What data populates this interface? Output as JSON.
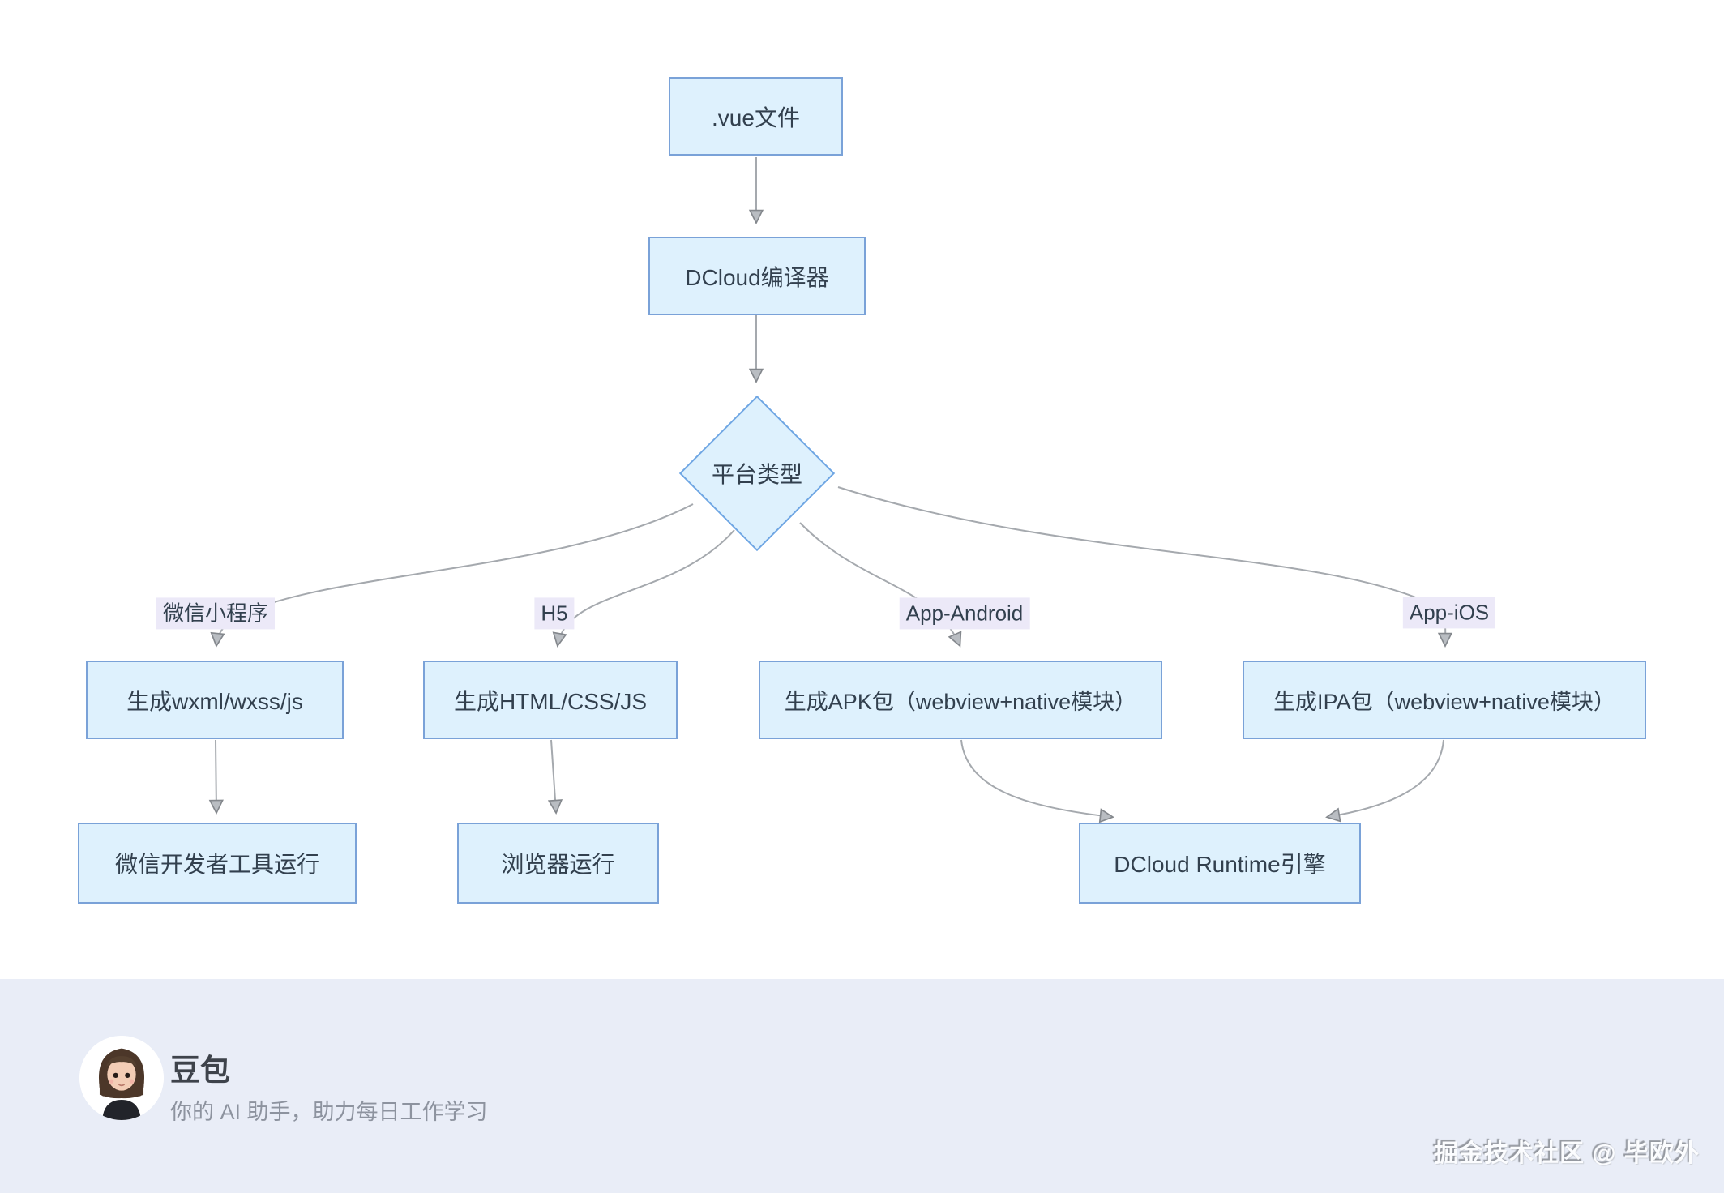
{
  "diagram": {
    "nodes": {
      "vue_file": ".vue文件",
      "compiler": "DCloud编译器",
      "platform_decision": "平台类型",
      "gen_wxml": "生成wxml/wxss/js",
      "gen_html": "生成HTML/CSS/JS",
      "gen_apk": "生成APK包（webview+native模块）",
      "gen_ipa": "生成IPA包（webview+native模块）",
      "wechat_devtool": "微信开发者工具运行",
      "browser_run": "浏览器运行",
      "dcloud_runtime": "DCloud Runtime引擎"
    },
    "edge_labels": {
      "weapp": "微信小程序",
      "h5": "H5",
      "app_android": "App-Android",
      "app_ios": "App-iOS"
    }
  },
  "footer": {
    "name": "豆包",
    "tagline": "你的 AI 助手，助力每日工作学习",
    "watermark": "掘金技术社区 @ 毕欧外"
  },
  "colors": {
    "node_fill": "#def1fd",
    "node_border": "#7aa2d8",
    "diamond_border": "#6fa6e3",
    "edge": "#a5a9ae",
    "arrow_fill": "#b9bdc2",
    "arrow_stroke": "#84888d",
    "label_bg": "#ece9f8",
    "text": "#32404e",
    "footer_bg": "#e9edf7"
  }
}
